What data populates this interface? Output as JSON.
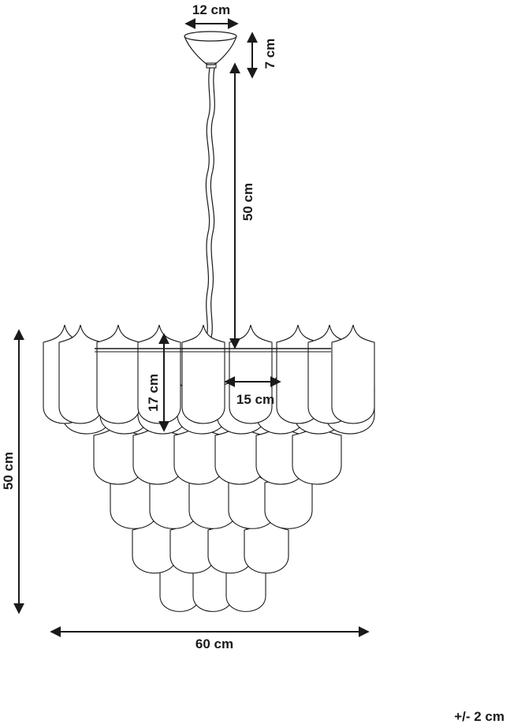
{
  "dimensions": {
    "canopy_width": "12 cm",
    "canopy_height": "7 cm",
    "cable_length": "50 cm",
    "petal_height": "17 cm",
    "petal_width": "15 cm",
    "total_height": "50 cm",
    "total_width": "60 cm",
    "tolerance": "+/- 2 cm"
  },
  "colors": {
    "ink": "#1a1a1a",
    "background": "#ffffff"
  }
}
